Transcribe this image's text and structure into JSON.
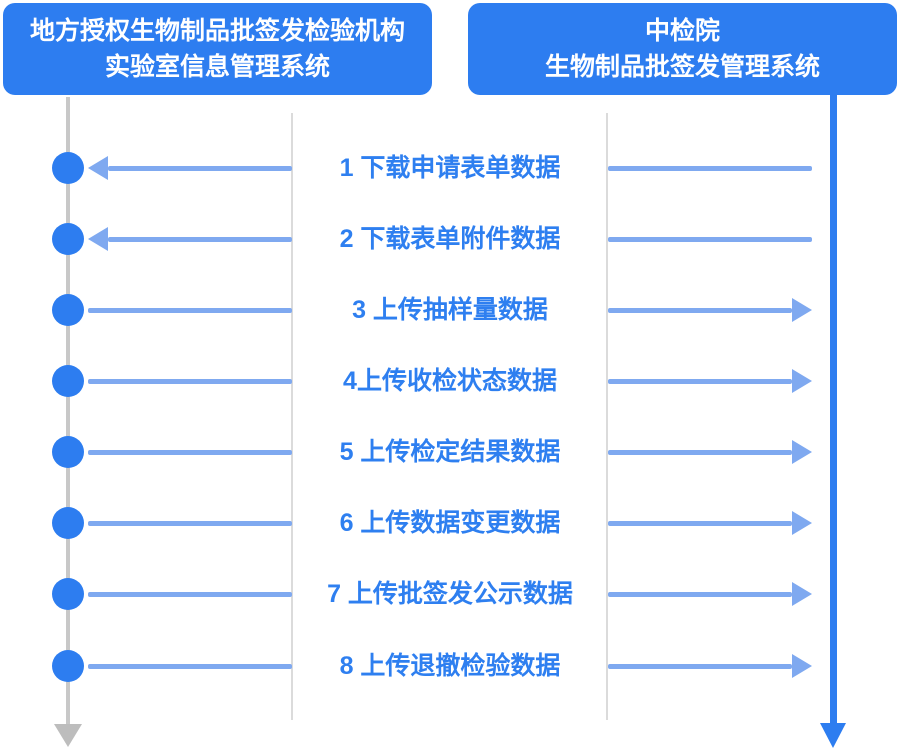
{
  "colors": {
    "primary": "#2D7DF0",
    "arrow": "#7FA9F0",
    "label": "#2E7FF0",
    "gray-line": "#C8C8C8",
    "gray-head": "#BDBDBD",
    "col-line": "#DBDBDB"
  },
  "actors": {
    "left": {
      "line1": "地方授权生物制品批签发检验机构",
      "line2": "实验室信息管理系统"
    },
    "right": {
      "line1": "中检院",
      "line2": "生物制品批签发管理系统"
    }
  },
  "messages": [
    {
      "label": "1 下载申请表单数据",
      "direction": "left"
    },
    {
      "label": "2 下载表单附件数据",
      "direction": "left"
    },
    {
      "label": "3 上传抽样量数据",
      "direction": "right"
    },
    {
      "label": "4上传收检状态数据",
      "direction": "right"
    },
    {
      "label": "5 上传检定结果数据",
      "direction": "right"
    },
    {
      "label": "6 上传数据变更数据",
      "direction": "right"
    },
    {
      "label": "7 上传批签发公示数据",
      "direction": "right"
    },
    {
      "label": "8 上传退撤检验数据",
      "direction": "right"
    }
  ]
}
